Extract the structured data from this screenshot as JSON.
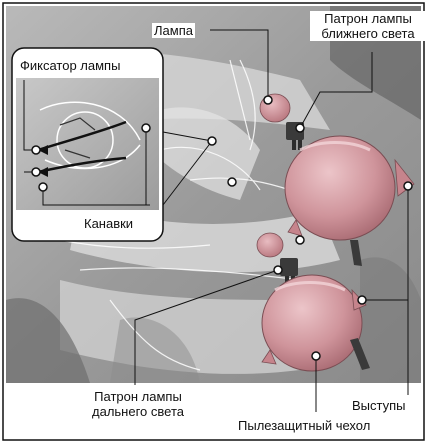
{
  "labels": {
    "lamp": "Лампа",
    "low_beam_socket_line1": "Патрон лампы",
    "low_beam_socket_line2": "ближнего света",
    "lamp_retainer": "Фиксатор лампы",
    "grooves": "Канавки",
    "high_beam_socket_line1": "Патрон лампы",
    "high_beam_socket_line2": "дальнего света",
    "dust_cover": "Пылезащитный чехол",
    "tabs": "Выступы"
  },
  "colors": {
    "frame": "#111111",
    "photo_dark": "#6b6b6b",
    "photo_light": "#dcdcdc",
    "cover_pink": "#c98a92",
    "cover_highlight": "#e6b8bd",
    "socket_dark": "#3a3a3a",
    "leader": "#111111"
  }
}
